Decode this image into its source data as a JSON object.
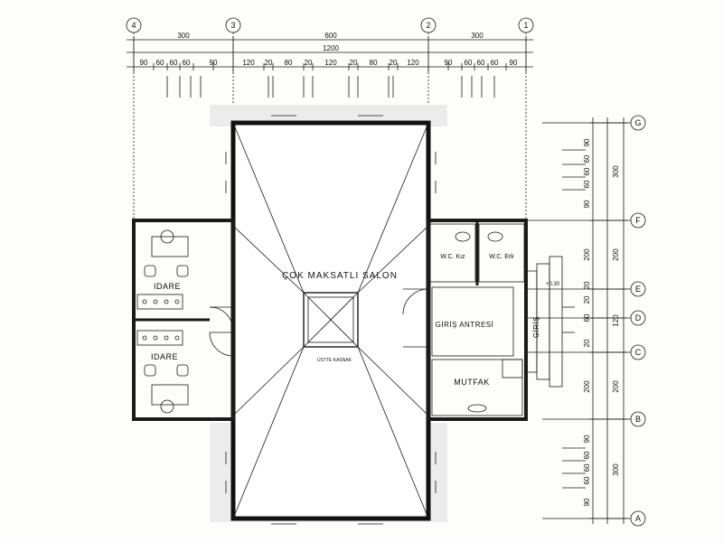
{
  "axes_top": [
    "4",
    "3",
    "2",
    "1"
  ],
  "axes_right": [
    "G",
    "F",
    "E",
    "D",
    "C",
    "B",
    "A"
  ],
  "dims_top_row1": [
    "300",
    "600",
    "300"
  ],
  "dims_top_row2": [
    "1200"
  ],
  "dims_top_row3": [
    "90",
    "60",
    "60",
    "60",
    "90",
    "120",
    "20",
    "80",
    "20",
    "120",
    "20",
    "80",
    "20",
    "120",
    "90",
    "60",
    "60",
    "60",
    "90"
  ],
  "dims_right_outer": [
    "300",
    "200",
    "120",
    "200",
    "300"
  ],
  "dims_right_inner": [
    "90",
    "60",
    "60",
    "60",
    "90",
    "200",
    "20",
    "20",
    "60",
    "20",
    "200",
    "90",
    "60",
    "60",
    "60",
    "90"
  ],
  "rooms": {
    "salon": "ÇOK MAKSATLI SALON",
    "idare_top": "IDARE",
    "idare_bottom": "IDARE",
    "wc_left": "W.C. Kız",
    "wc_right": "W.C. Erk",
    "antre": "GİRİŞ ANTRESİ",
    "giris": "GİRİŞ",
    "mutfak": "MUTFAK"
  },
  "notes": {
    "center": "ÜSTTE KASNAK",
    "stair": "+0.30"
  }
}
